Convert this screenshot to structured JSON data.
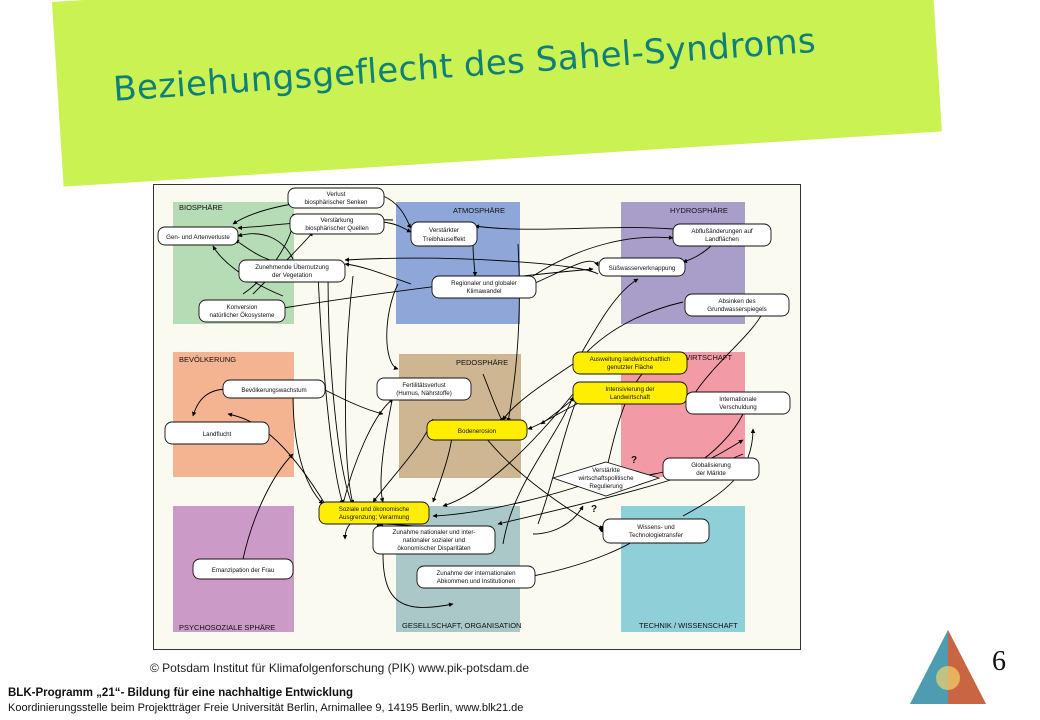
{
  "title": "Beziehungsgeflecht des Sahel-Syndroms",
  "colors": {
    "banner": "#c9f252",
    "title": "#0f7f7a",
    "biosphaere": "#b5dcb4",
    "atmosphaere": "#8fa6d9",
    "hydrosphaere": "#a99ec9",
    "bevoelkerung": "#f4b492",
    "pedosphaere": "#cdb691",
    "wirtschaft": "#f29ba6",
    "psychosozial": "#cb9ac7",
    "gesellschaft": "#a9c8c7",
    "technik": "#8fcfd8",
    "highlight": "#ffee00"
  },
  "spheres": {
    "biosphaere": "BIOSPHÄRE",
    "atmosphaere": "ATMOSPHÄRE",
    "hydrosphaere": "HYDROSPHÄRE",
    "bevoelkerung": "BEVÖLKERUNG",
    "pedosphaere": "PEDOSPHÄRE",
    "wirtschaft": "WIRTSCHAFT",
    "psychosozial": "PSYCHOSOZIALE SPHÄRE",
    "gesellschaft": "GESELLSCHAFT, ORGANISATION",
    "technik": "TECHNIK / WISSENSCHAFT"
  },
  "nodes": {
    "verlust_senken": [
      "Verlust",
      "biosphärischer Senken"
    ],
    "verstaerkung_quellen": [
      "Verstärkung",
      "biosphärischer Quellen"
    ],
    "gen_artenverluste": [
      "Gen- und Artenverluste"
    ],
    "uebernutzung_vegetation": [
      "Zunehmende Übernutzung",
      "der Vegetation"
    ],
    "konversion_oekosysteme": [
      "Konversion",
      "natürlicher Ökosysteme"
    ],
    "treibhauseffekt": [
      "Verstärkter",
      "Treibhauseffekt"
    ],
    "klimawandel": [
      "Regionaler und globaler",
      "Klimawandel"
    ],
    "abflussaenderungen": [
      "Abflußänderungen auf",
      "Landflächen"
    ],
    "suesswasserverknappung": [
      "Süßwasserverknappung"
    ],
    "grundwasserspiegel": [
      "Absinken des",
      "Grundwasserspiegels"
    ],
    "bevoelkerungswachstum": [
      "Bevölkerungswachstum"
    ],
    "landflucht": [
      "Landflucht"
    ],
    "fertilitaetsverlust": [
      "Fertilitätsverlust",
      "(Humus, Nährstoffe)"
    ],
    "bodenerosion": [
      "Bodenerosion"
    ],
    "ausweitung_flaeche": [
      "Ausweitung landwirtschaftlich",
      "genutzter Fläche"
    ],
    "intensivierung_lw": [
      "Intensivierung der",
      "Landwirtschaft"
    ],
    "verschuldung": [
      "Internationale",
      "Verschuldung"
    ],
    "wirtschaftspolitische_regulierung": [
      "Verstärkte",
      "wirtschaftspolitische",
      "Regulierung"
    ],
    "globalisierung_maerkte": [
      "Globalisierung",
      "der Märkte"
    ],
    "soziale_ausgrenzung": [
      "Soziale und ökonomische",
      "Ausgrenzung; Verarmung"
    ],
    "disparitaeten": [
      "Zunahme nationaler und inter-",
      "nationaler sozialer und",
      "ökonomischer Disparitäten"
    ],
    "emanzipation_frau": [
      "Emanzipation der Frau"
    ],
    "abkommen_institutionen": [
      "Zunahme der internationalen",
      "Abkommen und Institutionen"
    ],
    "wissenstransfer": [
      "Wissens- und",
      "Technologietransfer"
    ]
  },
  "question_marks": [
    "?",
    "?"
  ],
  "caption": "© Potsdam Institut für Klimafolgenforschung (PIK) www.pik-potsdam.de",
  "footer": {
    "line1": "BLK-Programm „21“- Bildung für eine nachhaltige Entwicklung",
    "line2": "Koordinierungsstelle beim Projektträger Freie Universität Berlin, Arnimallee 9, 14195 Berlin, www.blk21.de"
  },
  "page_number": "6"
}
